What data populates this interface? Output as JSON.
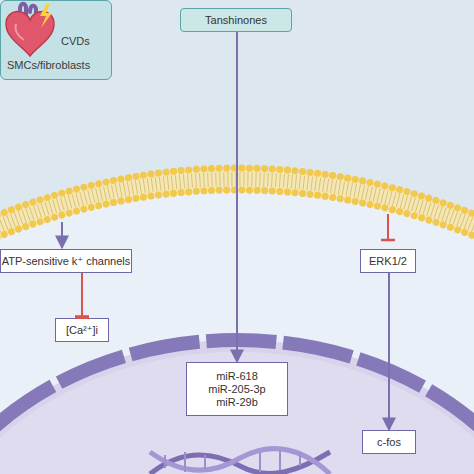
{
  "diagram": {
    "nodes": [
      {
        "text": [
          "CVDs",
          "SMCs/fibroblasts"
        ]
      },
      {
        "text": [
          "Tanshinones"
        ]
      },
      {
        "text": [
          "ATP-sensitive k⁺ channels"
        ]
      },
      {
        "text": [
          "[Ca²⁺]i"
        ]
      },
      {
        "text": [
          "ERK1/2"
        ]
      },
      {
        "text": [
          "miR-618",
          "miR-205-3p",
          "miR-29b"
        ]
      },
      {
        "text": [
          "c-fos"
        ]
      }
    ],
    "edges": [
      {
        "from": 1,
        "to": 5,
        "arrow": "to"
      },
      {
        "from": 2,
        "to": 3,
        "arrow": "to"
      },
      {
        "from": 4,
        "to": 6,
        "arrow": "to"
      }
    ]
  }
}
